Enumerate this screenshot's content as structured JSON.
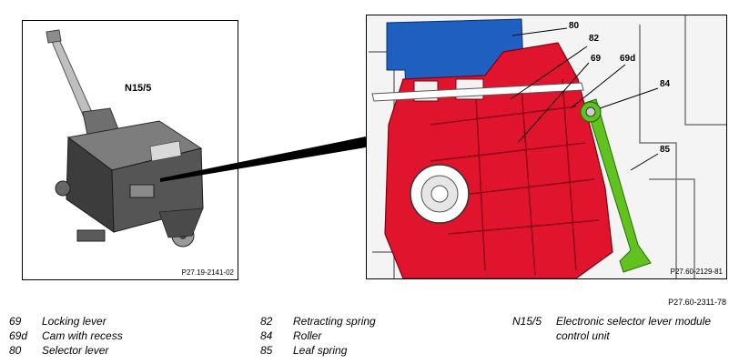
{
  "left_panel": {
    "component_label": "N15/5",
    "figure_ref": "P27.19-2141-02"
  },
  "right_panel": {
    "callouts": [
      "80",
      "82",
      "69",
      "69d",
      "84",
      "85"
    ],
    "figure_ref": "P27.60-2129-81"
  },
  "figure_ref": "P27.60-2311-78",
  "legend": {
    "col1": [
      {
        "num": "69",
        "text": "Locking lever"
      },
      {
        "num": "69d",
        "text": "Cam with recess"
      },
      {
        "num": "80",
        "text": "Selector lever"
      }
    ],
    "col2": [
      {
        "num": "82",
        "text": "Retracting spring"
      },
      {
        "num": "84",
        "text": "Roller"
      },
      {
        "num": "85",
        "text": "Leaf spring"
      }
    ],
    "col3": [
      {
        "num": "N15/5",
        "text": "Electronic selector lever module control unit"
      }
    ]
  },
  "colors": {
    "locking_lever": "#e0142c",
    "selector_lever": "#1f5fbf",
    "leaf_spring": "#5fc21e"
  }
}
